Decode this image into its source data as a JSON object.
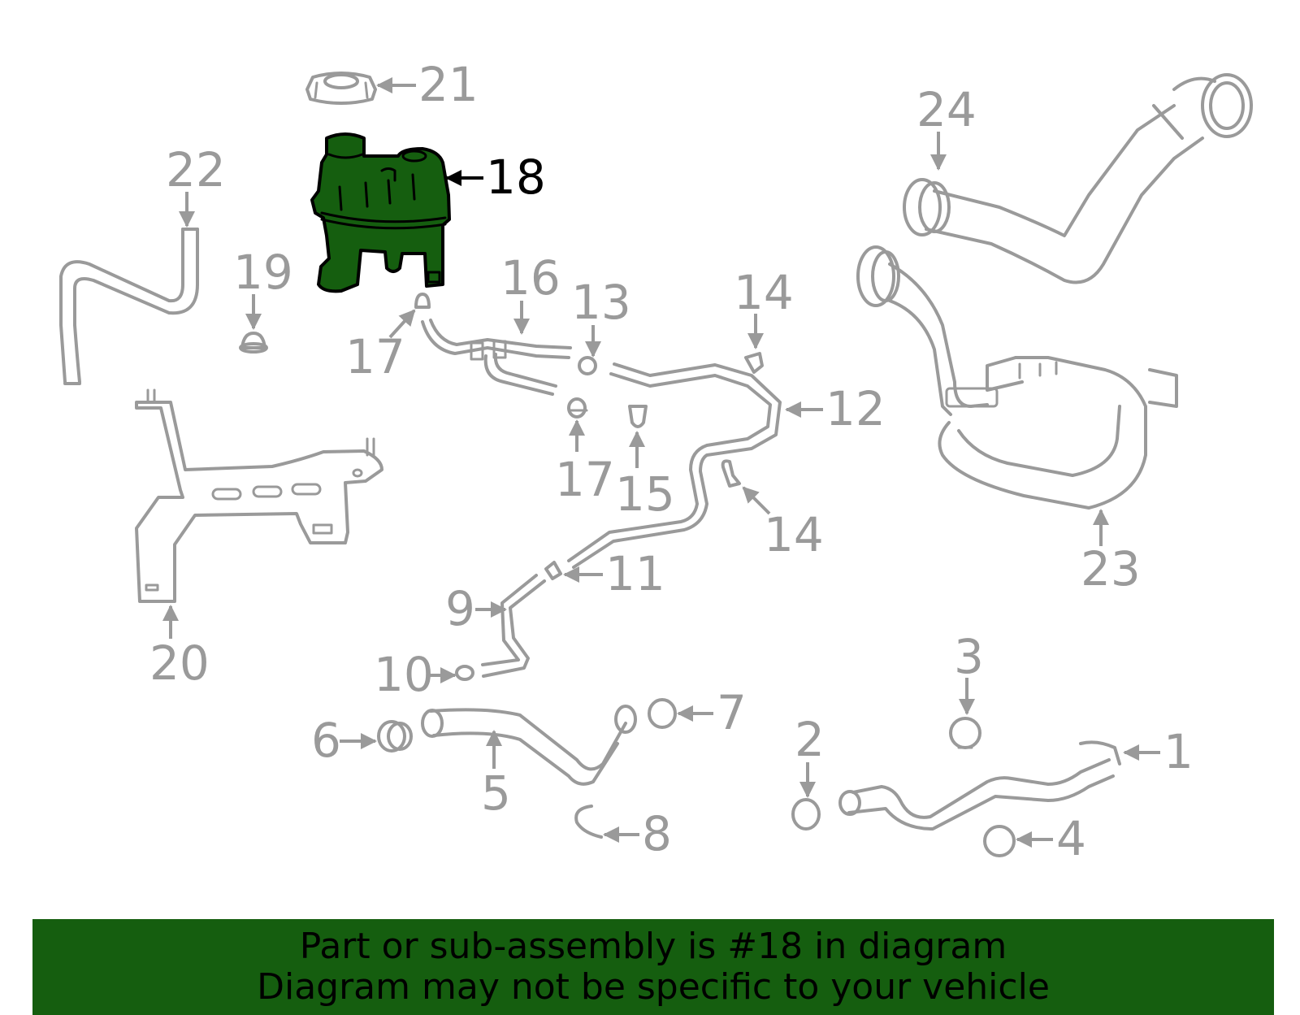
{
  "callouts": {
    "c1": "1",
    "c2": "2",
    "c3": "3",
    "c4": "4",
    "c5": "5",
    "c6": "6",
    "c7": "7",
    "c8": "8",
    "c9": "9",
    "c10": "10",
    "c11": "11",
    "c12": "12",
    "c13": "13",
    "c14a": "14",
    "c14b": "14",
    "c15": "15",
    "c16": "16",
    "c17a": "17",
    "c17b": "17",
    "c18": "18",
    "c19": "19",
    "c20": "20",
    "c21": "21",
    "c22": "22",
    "c23": "23",
    "c24": "24"
  },
  "highlighted_part": "18",
  "colors": {
    "highlight": "#155e0f",
    "parts": "#9a9a9a",
    "banner": "#155e0f"
  },
  "banner": {
    "line1": "Part or sub-assembly is #18 in diagram",
    "line2": "Diagram may not be specific to your vehicle"
  }
}
